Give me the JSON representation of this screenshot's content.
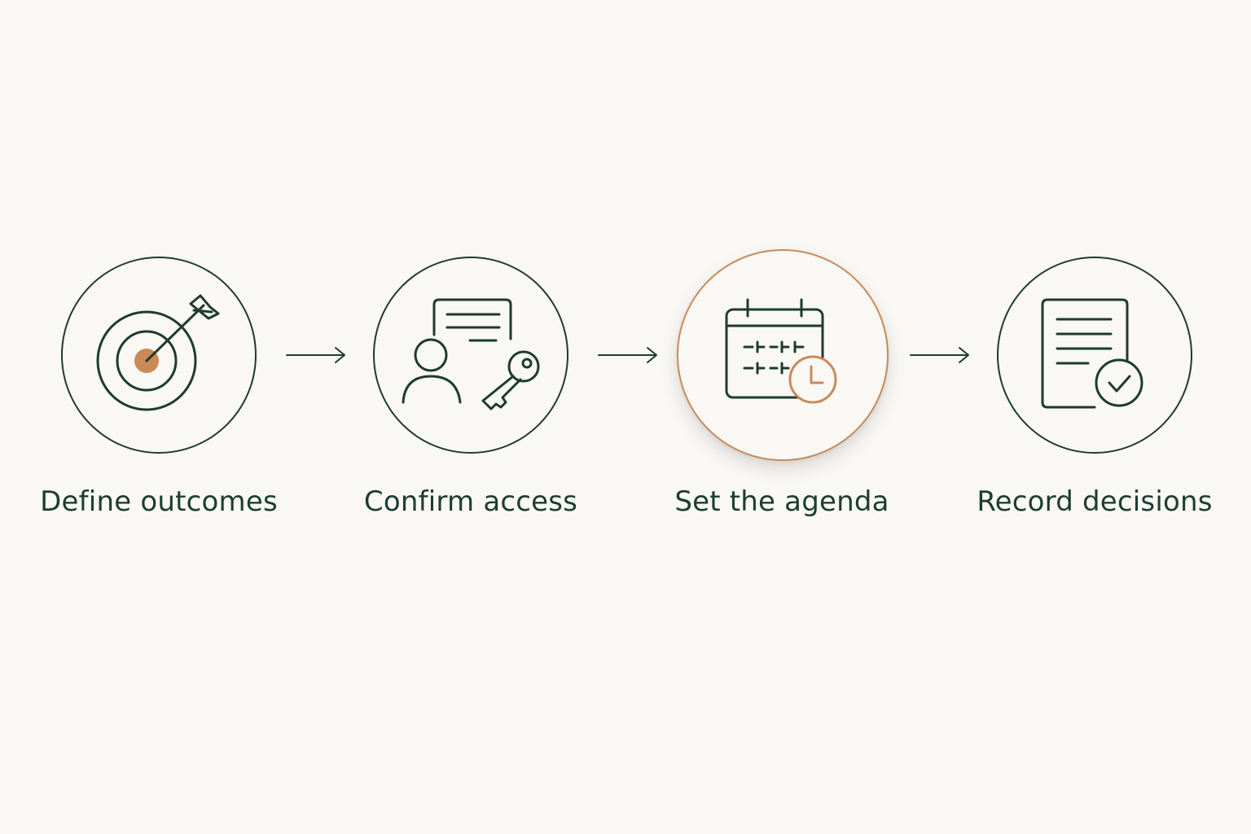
{
  "colors": {
    "background": "#f9f8f4",
    "ink": "#1e3a31",
    "accent": "#c98a58"
  },
  "steps": [
    {
      "label": "Define outcomes",
      "icon": "target-arrow-icon",
      "active": false
    },
    {
      "label": "Confirm access",
      "icon": "user-key-icon",
      "active": false
    },
    {
      "label": "Set the agenda",
      "icon": "calendar-clock-icon",
      "active": true
    },
    {
      "label": "Record decisions",
      "icon": "document-check-icon",
      "active": false
    }
  ]
}
